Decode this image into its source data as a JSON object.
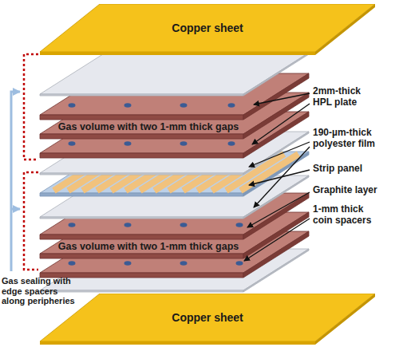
{
  "diagram": {
    "nodes": [
      {
        "text": [
          "Copper sheet"
        ]
      },
      {
        "text": [
          "Copper sheet"
        ]
      }
    ],
    "labels": [
      "2mm-thick HPL plate",
      "Gas volume with two 1-mm thick gaps",
      "190-µm-thick polyester film",
      "Strip panel",
      "Graphite layer",
      "Gas volume with two 1-mm thick gaps",
      "1-mm thick coin spacers",
      "Gas sealing with edge spacers along peripheries"
    ]
  }
}
